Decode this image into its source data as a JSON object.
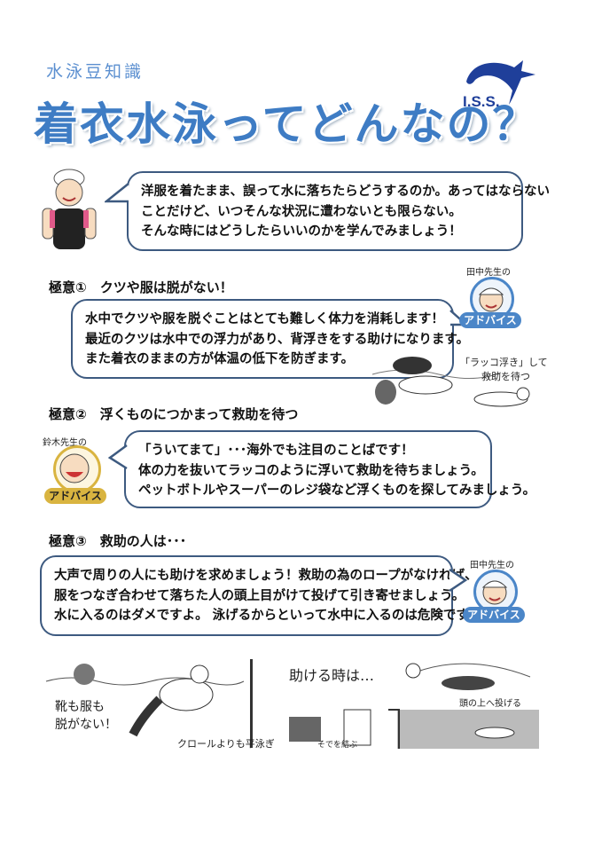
{
  "header": {
    "subtitle": "水泳豆知識",
    "title": "着衣水泳ってどんなの？",
    "logo_text": "I.S.S."
  },
  "intro": {
    "lines": [
      "洋服を着たまま、誤って水に落ちたらどうするのか。あってはならない",
      "ことだけど、いつそんな状況に遭わないとも限らない。",
      "そんな時にはどうしたらいいのかを学んでみましょう！"
    ]
  },
  "sections": [
    {
      "heading": "極意①　クツや服は脱がない！",
      "lines": [
        "水中でクツや服を脱ぐことはとても難しく体力を消耗します！",
        "最近のクツは水中での浮力があり、背浮きをする助けになります。",
        "また着衣のままの方が体温の低下を防ぎます。"
      ],
      "advisor": {
        "name": "田中先生の",
        "badge": "アドバイス"
      },
      "illustration_caption": [
        "「ラッコ浮き」して",
        "救助を待つ"
      ]
    },
    {
      "heading": "極意②　浮くものにつかまって救助を待つ",
      "lines": [
        "「ういてまて」･･･海外でも注目のことばです！",
        "体の力を抜いてラッコのように浮いて救助を待ちましょう。",
        "ペットボトルやスーパーのレジ袋など浮くものを探してみましょう。"
      ],
      "advisor": {
        "name": "鈴木先生の",
        "badge": "アドバイス"
      }
    },
    {
      "heading": "極意③　救助の人は･･･",
      "lines": [
        "大声で周りの人にも助けを求めましょう！救助の為のロープがなければ、",
        "服をつなぎ合わせて落ちた人の頭上目がけて投げて引き寄せましょう。",
        "水に入るのはダメですよ。 泳げるからといって水中に入るのは危険です！"
      ],
      "advisor": {
        "name": "田中先生の",
        "badge": "アドバイス"
      }
    }
  ],
  "bottom_illustrations": {
    "left": {
      "caption1": "靴も服も",
      "caption2": "脱がない！",
      "caption3": "クロールよりも平泳ぎ"
    },
    "right": {
      "title": "助ける時は…",
      "caption1": "頭の上へ投げる",
      "caption2": "そでを結ぶ"
    }
  },
  "colors": {
    "title": "#3e7cc4",
    "bubble_border": "#3d5a80",
    "tanaka_badge": "#4b86c8",
    "suzuki_badge": "#d9b440"
  }
}
